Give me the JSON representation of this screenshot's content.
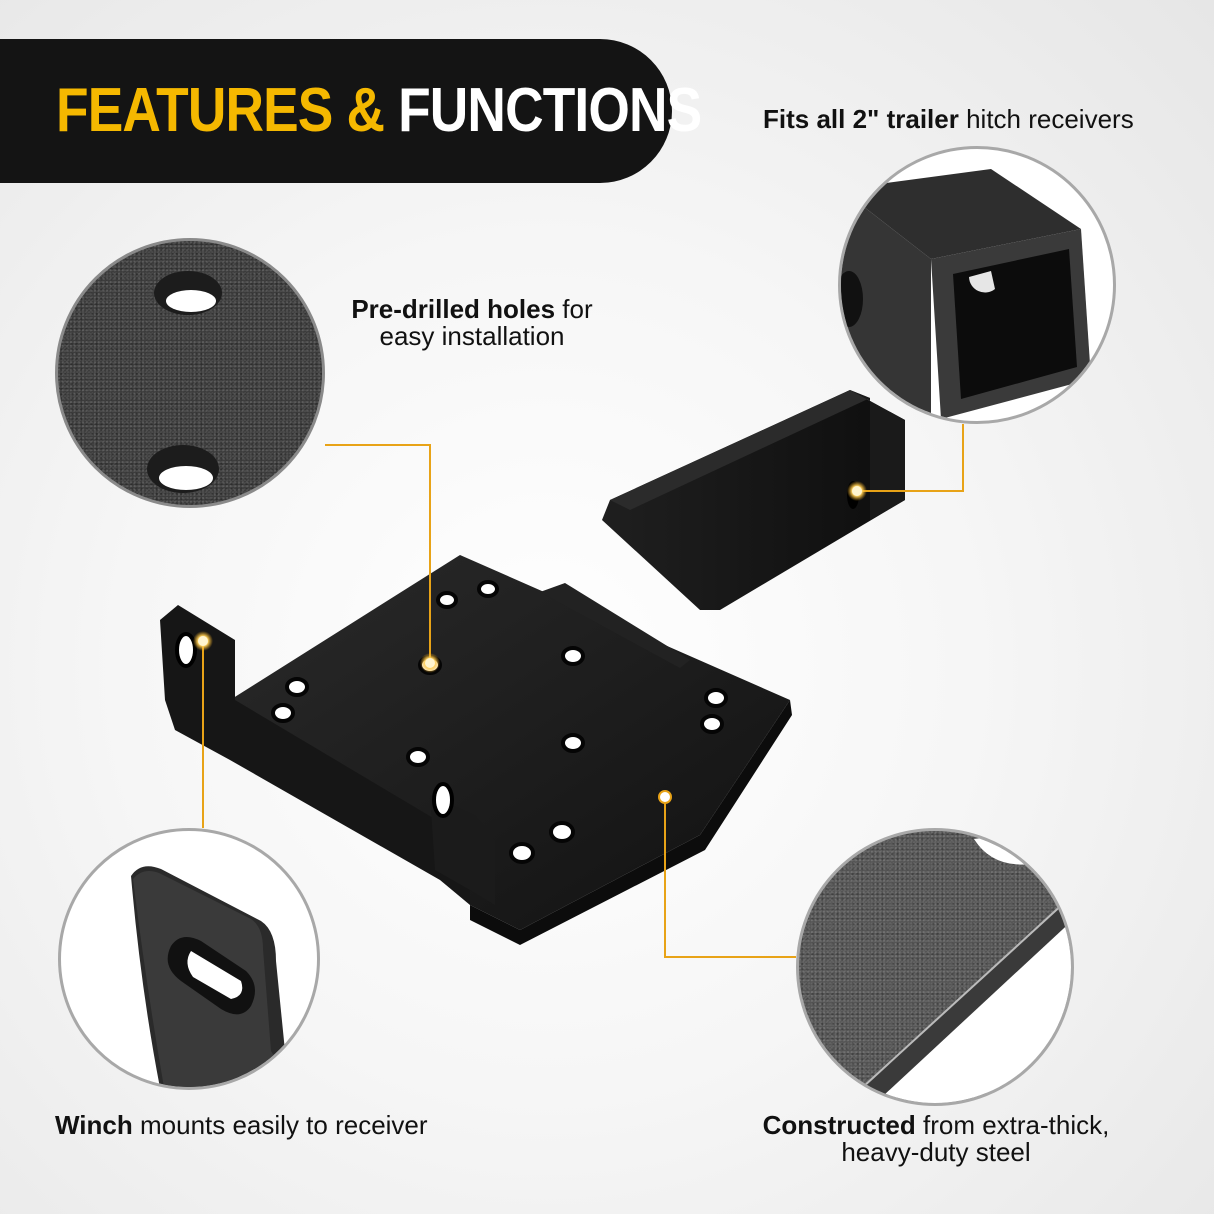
{
  "header": {
    "title_highlight": "FEATURES &",
    "title_rest": "FUNCTIONS",
    "accent_color": "#f5b800",
    "banner_color": "#141414"
  },
  "features": [
    {
      "id": "receiver",
      "bold": "Fits all 2\" trailer",
      "rest": " hitch receivers"
    },
    {
      "id": "holes",
      "bold": "Pre-drilled holes",
      "rest": " for",
      "line2": "easy installation"
    },
    {
      "id": "winch",
      "bold": "Winch",
      "rest": " mounts easily to receiver"
    },
    {
      "id": "steel",
      "bold": "Constructed",
      "rest": " from extra-thick,",
      "line2": "heavy-duty steel"
    }
  ],
  "callout_color": "#e8a317",
  "product": {
    "name": "winch-mounting-plate-hitch-receiver",
    "finish_color": "#1a1a1a"
  }
}
